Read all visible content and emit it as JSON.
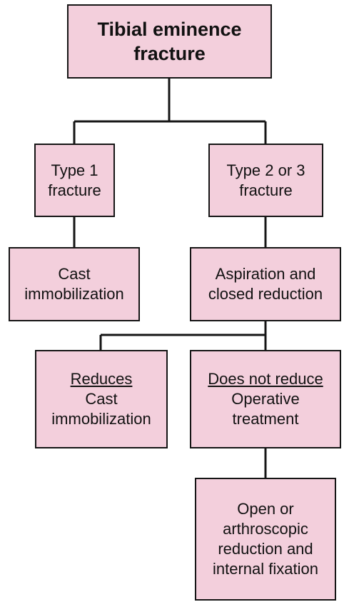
{
  "root": {
    "lines": [
      "Tibial eminence",
      "fracture"
    ]
  },
  "type1": {
    "lines": [
      "Type 1",
      "fracture"
    ]
  },
  "type23": {
    "lines": [
      "Type 2 or 3",
      "fracture"
    ]
  },
  "cast": {
    "lines": [
      "Cast",
      "immobilization"
    ]
  },
  "aspiration": {
    "lines": [
      "Aspiration and",
      "closed reduction"
    ]
  },
  "reduces": {
    "heading": "Reduces",
    "lines": [
      "Cast",
      "immobilization"
    ]
  },
  "not_reduce": {
    "heading": "Does not reduce",
    "lines": [
      "Operative",
      "treatment"
    ]
  },
  "open": {
    "lines": [
      "Open or",
      "arthroscopic",
      "reduction and",
      "internal fixation"
    ]
  },
  "colors": {
    "box_fill": "#f3cfdc",
    "line": "#151515"
  }
}
